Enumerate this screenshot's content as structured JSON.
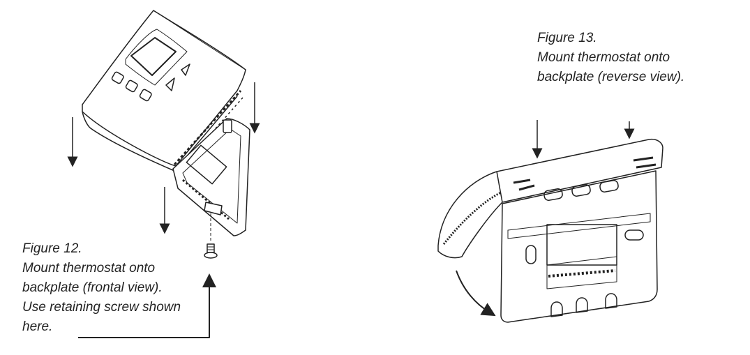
{
  "figure12": {
    "caption_lines": [
      "Figure 12.",
      "Mount thermostat onto",
      "backplate (frontal view).",
      "Use retaining screw shown",
      "here."
    ]
  },
  "figure13": {
    "caption_lines": [
      "Figure 13.",
      "Mount thermostat onto",
      "backplate (reverse view)."
    ]
  }
}
